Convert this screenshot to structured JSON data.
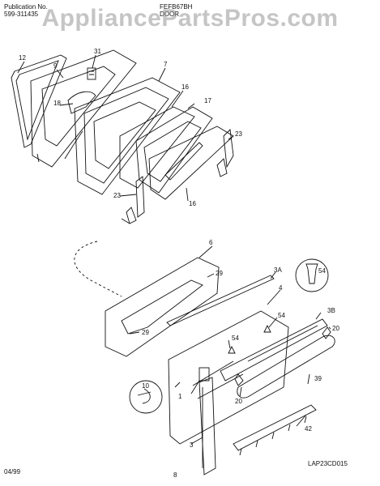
{
  "header": {
    "publication_label": "Publication No.",
    "publication_number": "599-311435",
    "model": "FEFB67BH",
    "section": "DOOR"
  },
  "watermark": "AppliancePartsPros.com",
  "callouts": {
    "c12": "12",
    "c9": "9",
    "c31": "31",
    "c7": "7",
    "c18": "18",
    "c16a": "16",
    "c17": "17",
    "c23a": "23",
    "c23b": "23",
    "c16b": "16",
    "c6": "6",
    "c29a": "29",
    "c3a": "3A",
    "c4": "4",
    "c54a": "54",
    "c54b": "54",
    "c29b": "29",
    "c54c": "54",
    "c3b": "3B",
    "c20a": "20",
    "c10": "10",
    "c1": "1",
    "c20b": "20",
    "c39": "39",
    "c42": "42",
    "c3": "3"
  },
  "footer": {
    "date": "04/99",
    "page": "8",
    "drawing_code": "LAP23CD015"
  }
}
